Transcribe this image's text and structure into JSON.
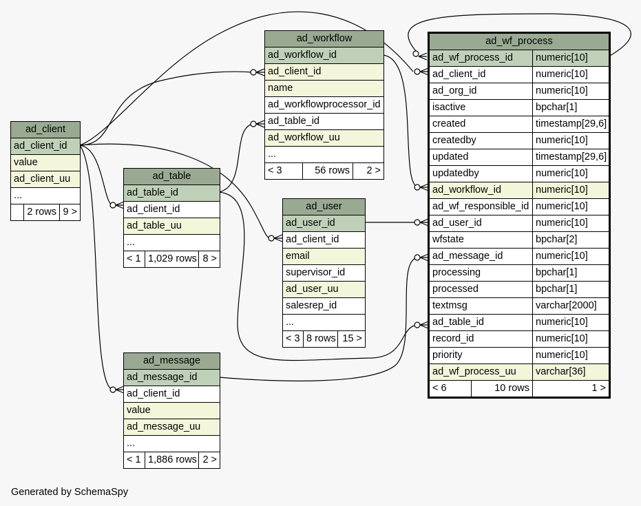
{
  "footer": "Generated by SchemaSpy",
  "tables": {
    "ad_client": {
      "name": "ad_client",
      "columns": [
        {
          "name": "ad_client_id",
          "kind": "pk"
        },
        {
          "name": "value",
          "kind": "fk"
        },
        {
          "name": "ad_client_uu",
          "kind": "fk"
        },
        {
          "name": "...",
          "kind": "plain"
        }
      ],
      "footer": [
        "",
        "2 rows",
        "9 >"
      ]
    },
    "ad_workflow": {
      "name": "ad_workflow",
      "columns": [
        {
          "name": "ad_workflow_id",
          "kind": "pk"
        },
        {
          "name": "ad_client_id",
          "kind": "fk"
        },
        {
          "name": "name",
          "kind": "fk"
        },
        {
          "name": "ad_workflowprocessor_id",
          "kind": "plain"
        },
        {
          "name": "ad_table_id",
          "kind": "plain"
        },
        {
          "name": "ad_workflow_uu",
          "kind": "fk"
        },
        {
          "name": "...",
          "kind": "plain"
        }
      ],
      "footer": [
        "< 3",
        "56 rows",
        "2 >"
      ]
    },
    "ad_table": {
      "name": "ad_table",
      "columns": [
        {
          "name": "ad_table_id",
          "kind": "pk"
        },
        {
          "name": "ad_client_id",
          "kind": "plain"
        },
        {
          "name": "ad_table_uu",
          "kind": "fk"
        },
        {
          "name": "...",
          "kind": "plain"
        }
      ],
      "footer": [
        "< 1",
        "1,029 rows",
        "8 >"
      ]
    },
    "ad_user": {
      "name": "ad_user",
      "columns": [
        {
          "name": "ad_user_id",
          "kind": "pk"
        },
        {
          "name": "ad_client_id",
          "kind": "plain"
        },
        {
          "name": "email",
          "kind": "fk"
        },
        {
          "name": "supervisor_id",
          "kind": "plain"
        },
        {
          "name": "ad_user_uu",
          "kind": "fk"
        },
        {
          "name": "salesrep_id",
          "kind": "plain"
        },
        {
          "name": "...",
          "kind": "plain"
        }
      ],
      "footer": [
        "< 3",
        "8 rows",
        "15 >"
      ]
    },
    "ad_message": {
      "name": "ad_message",
      "columns": [
        {
          "name": "ad_message_id",
          "kind": "pk"
        },
        {
          "name": "ad_client_id",
          "kind": "plain"
        },
        {
          "name": "value",
          "kind": "fk"
        },
        {
          "name": "ad_message_uu",
          "kind": "fk"
        },
        {
          "name": "...",
          "kind": "plain"
        }
      ],
      "footer": [
        "< 1",
        "1,886 rows",
        "2 >"
      ]
    },
    "ad_wf_process": {
      "name": "ad_wf_process",
      "columns": [
        {
          "name": "ad_wf_process_id",
          "type": "numeric[10]",
          "kind": "pk"
        },
        {
          "name": "ad_client_id",
          "type": "numeric[10]",
          "kind": "plain"
        },
        {
          "name": "ad_org_id",
          "type": "numeric[10]",
          "kind": "plain"
        },
        {
          "name": "isactive",
          "type": "bpchar[1]",
          "kind": "plain"
        },
        {
          "name": "created",
          "type": "timestamp[29,6]",
          "kind": "plain"
        },
        {
          "name": "createdby",
          "type": "numeric[10]",
          "kind": "plain"
        },
        {
          "name": "updated",
          "type": "timestamp[29,6]",
          "kind": "plain"
        },
        {
          "name": "updatedby",
          "type": "numeric[10]",
          "kind": "plain"
        },
        {
          "name": "ad_workflow_id",
          "type": "numeric[10]",
          "kind": "fk"
        },
        {
          "name": "ad_wf_responsible_id",
          "type": "numeric[10]",
          "kind": "plain"
        },
        {
          "name": "ad_user_id",
          "type": "numeric[10]",
          "kind": "plain"
        },
        {
          "name": "wfstate",
          "type": "bpchar[2]",
          "kind": "plain"
        },
        {
          "name": "ad_message_id",
          "type": "numeric[10]",
          "kind": "plain"
        },
        {
          "name": "processing",
          "type": "bpchar[1]",
          "kind": "plain"
        },
        {
          "name": "processed",
          "type": "bpchar[1]",
          "kind": "plain"
        },
        {
          "name": "textmsg",
          "type": "varchar[2000]",
          "kind": "plain"
        },
        {
          "name": "ad_table_id",
          "type": "numeric[10]",
          "kind": "plain"
        },
        {
          "name": "record_id",
          "type": "numeric[10]",
          "kind": "plain"
        },
        {
          "name": "priority",
          "type": "numeric[10]",
          "kind": "plain"
        },
        {
          "name": "ad_wf_process_uu",
          "type": "varchar[36]",
          "kind": "fk"
        }
      ],
      "footer": [
        "< 6",
        "10 rows",
        "1 >"
      ]
    }
  }
}
